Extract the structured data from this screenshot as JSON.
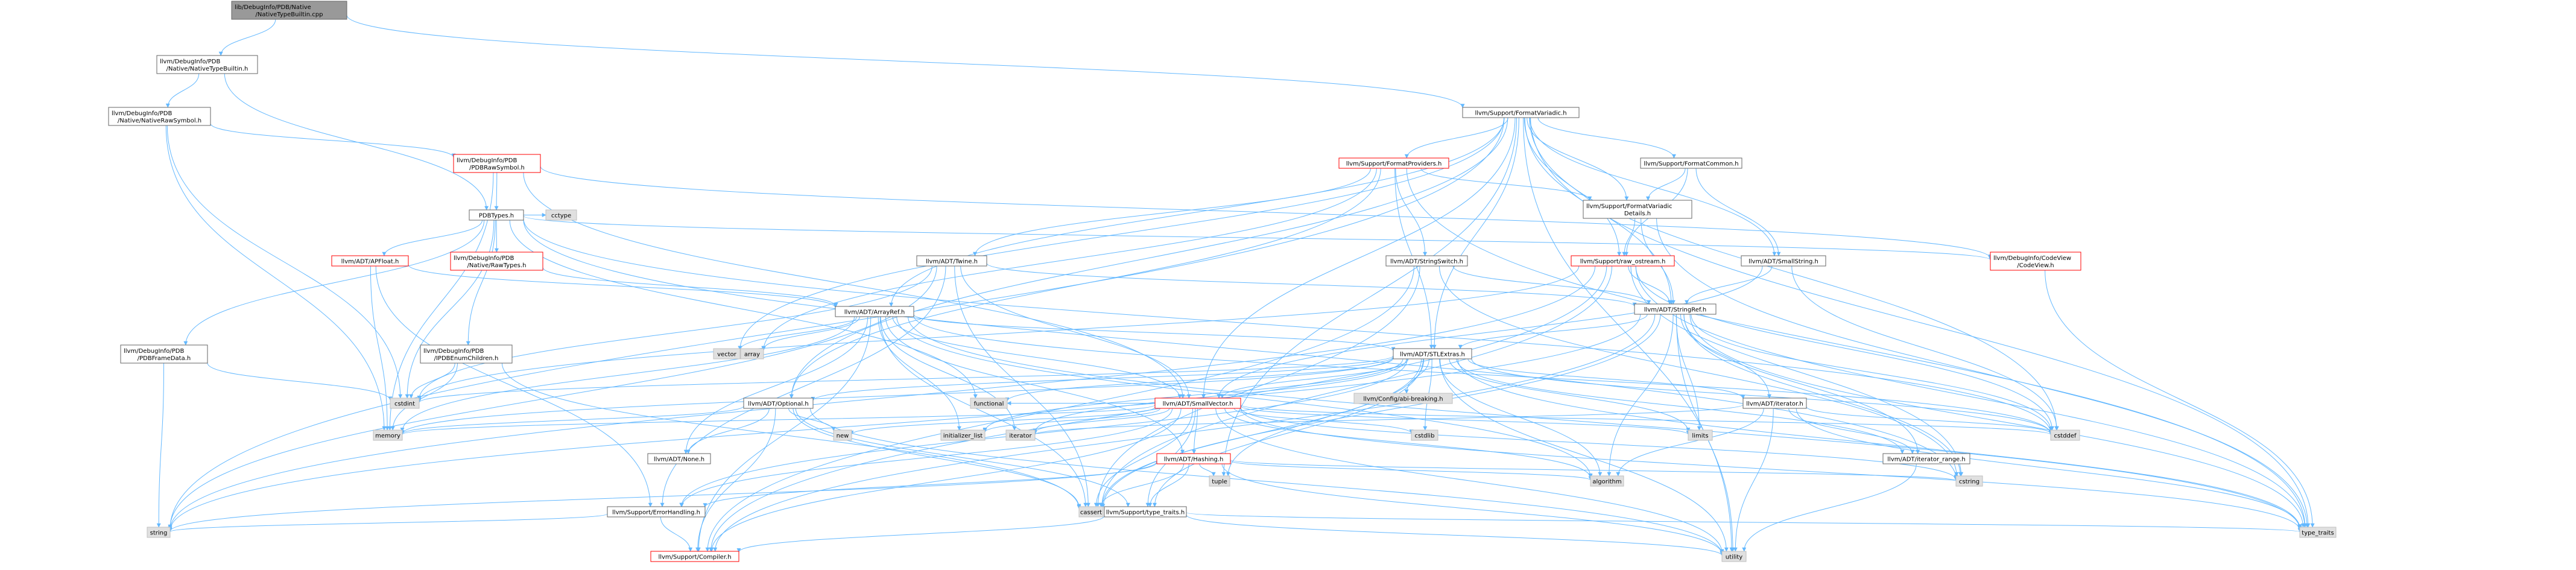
{
  "colors": {
    "edge": "#63b8ff",
    "root_fill": "#999999",
    "node_fill": "#ffffff",
    "sys_fill": "#e0e0e0",
    "border": "#666666",
    "red_border": "#ff0000",
    "text": "#000000"
  },
  "nodes": {
    "root": [
      "lib/DebugInfo/PDB/Native",
      "/NativeTypeBuiltin.cpp"
    ],
    "ntb": [
      "llvm/DebugInfo/PDB",
      "/Native/NativeTypeBuiltin.h"
    ],
    "nrs": [
      "llvm/DebugInfo/PDB",
      "/Native/NativeRawSymbol.h"
    ],
    "fv": [
      "llvm/Support/FormatVariadic.h"
    ],
    "prs": [
      "llvm/DebugInfo/PDB",
      "/PDBRawSymbol.h"
    ],
    "pdbt": [
      "PDBTypes.h"
    ],
    "fp": [
      "llvm/Support/FormatProviders.h"
    ],
    "fc": [
      "llvm/Support/FormatCommon.h"
    ],
    "fvd": [
      "llvm/Support/FormatVariadic",
      "Details.h"
    ],
    "apf": [
      "llvm/ADT/APFloat.h"
    ],
    "nrt": [
      "llvm/DebugInfo/PDB",
      "/Native/RawTypes.h"
    ],
    "cctype": [
      "cctype"
    ],
    "twine": [
      "llvm/ADT/Twine.h"
    ],
    "ss": [
      "llvm/ADT/StringSwitch.h"
    ],
    "ro": [
      "llvm/Support/raw_ostream.h"
    ],
    "sstr": [
      "llvm/ADT/SmallString.h"
    ],
    "cv": [
      "llvm/DebugInfo/CodeView",
      "/CodeView.h"
    ],
    "ar": [
      "llvm/ADT/ArrayRef.h"
    ],
    "sr": [
      "llvm/ADT/StringRef.h"
    ],
    "pfd": [
      "llvm/DebugInfo/PDB",
      "/PDBFrameData.h"
    ],
    "pec": [
      "llvm/DebugInfo/PDB",
      "/IPDBEnumChildren.h"
    ],
    "vector": [
      "vector"
    ],
    "array": [
      "array"
    ],
    "stl": [
      "llvm/ADT/STLExtras.h"
    ],
    "cstdint": [
      "cstdint"
    ],
    "functional": [
      "functional"
    ],
    "opt": [
      "llvm/ADT/Optional.h"
    ],
    "sv": [
      "llvm/ADT/SmallVector.h"
    ],
    "abi": [
      "llvm/Config/abi-breaking.h"
    ],
    "iter": [
      "llvm/ADT/iterator.h"
    ],
    "memory": [
      "memory"
    ],
    "new": [
      "new"
    ],
    "init": [
      "initializer_list"
    ],
    "iterator": [
      "iterator"
    ],
    "cstdlib": [
      "cstdlib"
    ],
    "limits": [
      "limits"
    ],
    "cstddef": [
      "cstddef"
    ],
    "none": [
      "llvm/ADT/None.h"
    ],
    "hash": [
      "llvm/ADT/Hashing.h"
    ],
    "ir": [
      "llvm/ADT/iterator_range.h"
    ],
    "tuple": [
      "tuple"
    ],
    "algorithm": [
      "algorithm"
    ],
    "cstring": [
      "cstring"
    ],
    "eh": [
      "llvm/Support/ErrorHandling.h"
    ],
    "cassert": [
      "cassert"
    ],
    "tt": [
      "llvm/Support/type_traits.h"
    ],
    "string": [
      "string"
    ],
    "comp": [
      "llvm/Support/Compiler.h"
    ],
    "utility": [
      "utility"
    ],
    "typetraits": [
      "type_traits"
    ]
  }
}
